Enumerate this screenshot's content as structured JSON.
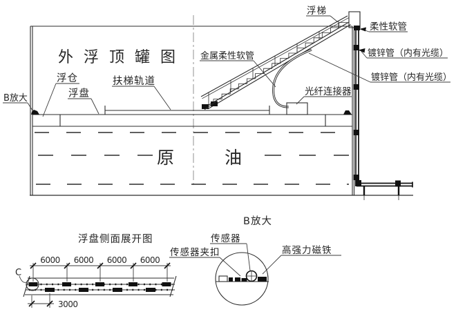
{
  "colors": {
    "line": "#2b2b2b",
    "heavy_line": "#111111",
    "centerline": "#909090",
    "background": "#ffffff"
  },
  "main_view": {
    "title": "外浮顶罐图",
    "labels": {
      "b_ref": "B放大",
      "float_chamber": "浮仓",
      "float_deck": "浮盘",
      "ladder_track": "扶梯轨道",
      "metal_flex_hose": "金属柔性软管",
      "floating_ladder": "浮梯",
      "flex_hose": "柔性软管",
      "galv_pipe_upper": "镀锌管（内有光缆）",
      "galv_pipe_lower": "镀锌管（内有光缆）",
      "fiber_connector": "光纤连接器",
      "oil_char_1": "原",
      "oil_char_2": "油"
    }
  },
  "strip_view": {
    "title": "浮盘侧面展开图",
    "c_ref": "C",
    "dims": {
      "d1": "6000",
      "d2": "6000",
      "d3": "6000",
      "d4": "6000",
      "d_offset": "3000"
    }
  },
  "detail_view": {
    "title": "B放大",
    "sensor": "传感器",
    "sensor_clip": "传感器夹扣",
    "magnet": "高强力磁铁"
  }
}
